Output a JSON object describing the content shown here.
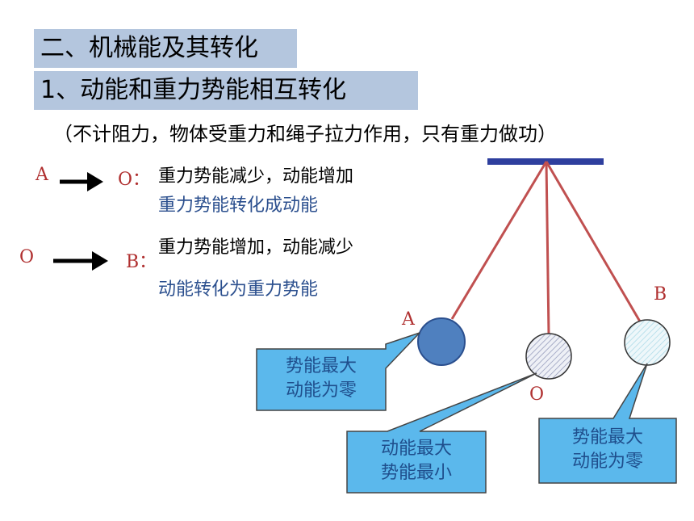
{
  "heading1": "二、机械能及其转化",
  "heading2": "1、动能和重力势能相互转化",
  "note": "（不计阻力，物体受重力和绳子拉力作用，只有重力做功）",
  "line1": {
    "from": "A",
    "to": "O：",
    "desc": "重力势能减少，动能增加",
    "conclusion": "重力势能转化成动能"
  },
  "line2": {
    "from": "O",
    "to": "B：",
    "desc": "重力势能增加，动能减少",
    "conclusion": "动能转化为重力势能"
  },
  "pendulum": {
    "point_a": "A",
    "point_o": "O",
    "point_b": "B"
  },
  "callouts": {
    "a": [
      "势能最大",
      "动能为零"
    ],
    "o": [
      "动能最大",
      "势能最小"
    ],
    "b": [
      "势能最大",
      "动能为零"
    ]
  },
  "colors": {
    "header_bg": "#b4c6de",
    "label_red": "#b03030",
    "text_blue": "#2b4f8e",
    "rope": "#c05050",
    "bar": "#2e3f9e",
    "callout_bg": "#5bb8ec"
  }
}
